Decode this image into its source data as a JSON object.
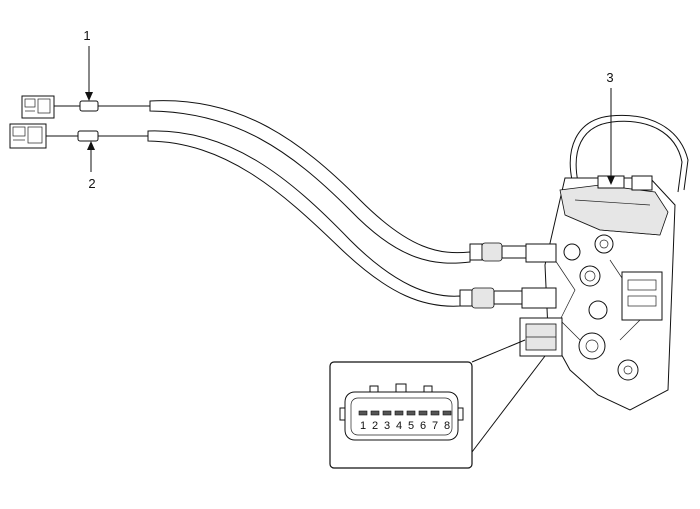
{
  "callouts": {
    "cable_1": "1",
    "cable_2": "2",
    "latch_assembly": "3"
  },
  "connector": {
    "pins": [
      "1",
      "2",
      "3",
      "4",
      "5",
      "6",
      "7",
      "8"
    ]
  }
}
